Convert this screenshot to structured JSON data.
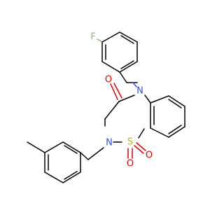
{
  "atoms": {
    "fluorine": "F",
    "nitrogen_top": "N",
    "nitrogen_bottom": "N",
    "oxygen_carbonyl": "O",
    "sulfur": "S",
    "oxygen_sulfonyl_1": "O",
    "oxygen_sulfonyl_2": "O"
  },
  "colors": {
    "bond": "#000000",
    "fluorine": "#80c060",
    "nitrogen": "#3050e8",
    "oxygen": "#e00000",
    "sulfur": "#c9b400",
    "background": "#ffffff"
  }
}
